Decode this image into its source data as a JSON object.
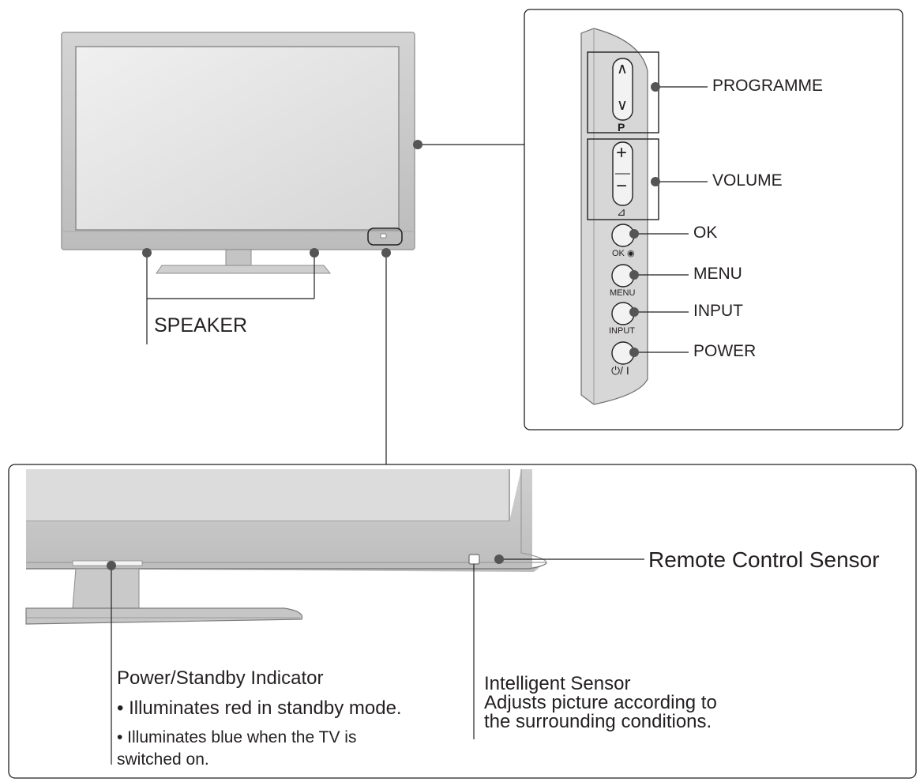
{
  "side_panel": {
    "buttons": [
      {
        "key": "programme",
        "label": "PROGRAMME",
        "caption": "P"
      },
      {
        "key": "volume",
        "label": "VOLUME",
        "caption": "⊿"
      },
      {
        "key": "ok",
        "label": "OK",
        "caption": "OK ◉"
      },
      {
        "key": "menu",
        "label": "MENU",
        "caption": "MENU"
      },
      {
        "key": "input",
        "label": "INPUT",
        "caption": "INPUT"
      },
      {
        "key": "power",
        "label": "POWER",
        "caption": "⏻/ I"
      }
    ],
    "volume_symbols": {
      "plus": "+",
      "minus": "−"
    },
    "programme_symbols": {
      "up": "∧",
      "down": "∨"
    }
  },
  "front_view": {
    "speaker_label": "SPEAKER"
  },
  "detail_view": {
    "remote_sensor_label": "Remote Control Sensor",
    "power_indicator": {
      "title": "Power/Standby Indicator",
      "bullets": [
        "• Illuminates red in standby mode.",
        "• Illuminates blue when the TV is",
        "switched on."
      ]
    },
    "intelligent_sensor": {
      "title": "Intelligent Sensor",
      "lines": [
        "Adjusts picture according to",
        "the surrounding conditions."
      ]
    }
  },
  "colors": {
    "line": "#231f20",
    "dot": "#555555",
    "bezel": "#c8c8c8",
    "screen": "#e4e4e4"
  }
}
